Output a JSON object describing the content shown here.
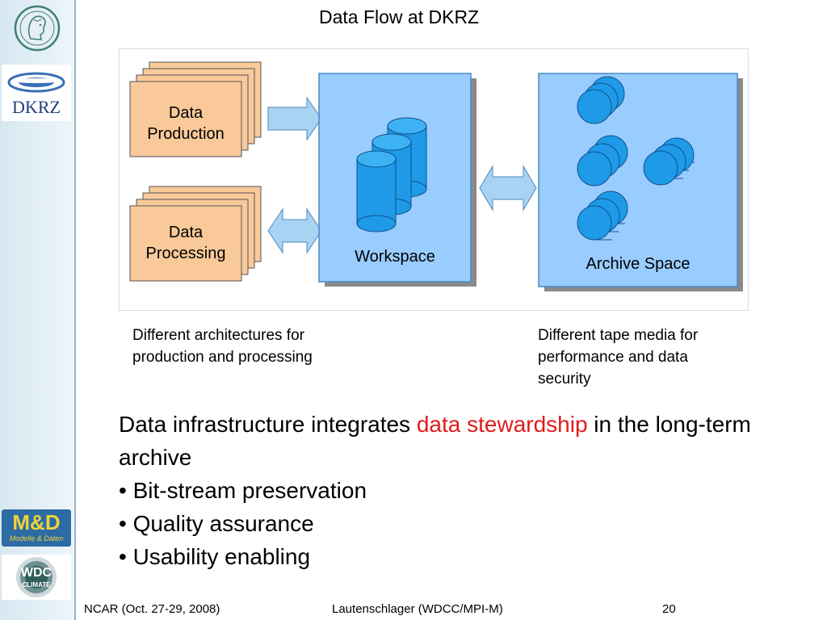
{
  "slide": {
    "title": "Data Flow at DKRZ",
    "page_number": "20"
  },
  "logos": {
    "dkrz_text": "DKRZ",
    "md_main": "M&D",
    "md_sub": "Modelle & Daten",
    "wdc_top": "WDC",
    "wdc_bottom": "CLIMATE"
  },
  "diagram": {
    "production_line1": "Data",
    "production_line2": "Production",
    "processing_line1": "Data",
    "processing_line2": "Processing",
    "workspace_label": "Workspace",
    "archive_label": "Archive Space"
  },
  "captions": {
    "left_line1": "Different architectures for",
    "left_line2": "production and processing",
    "right_line1": "Different tape media for",
    "right_line2": "performance and data",
    "right_line3": "security"
  },
  "body": {
    "intro_part1": "Data infrastructure integrates ",
    "intro_highlight": "data stewardship",
    "intro_part2": " in the long-term archive",
    "bullets": [
      "• Bit-stream preservation",
      "• Quality assurance",
      "• Usability enabling"
    ]
  },
  "footer": {
    "left": "NCAR (Oct. 27-29, 2008)",
    "center": "Lautenschlager (WDCC/MPI-M)"
  },
  "colors": {
    "box_orange": "#f9c99a",
    "panel_blue": "#99ccff",
    "cylinder_blue": "#1e9ae8",
    "highlight_red": "#e31b1b"
  }
}
